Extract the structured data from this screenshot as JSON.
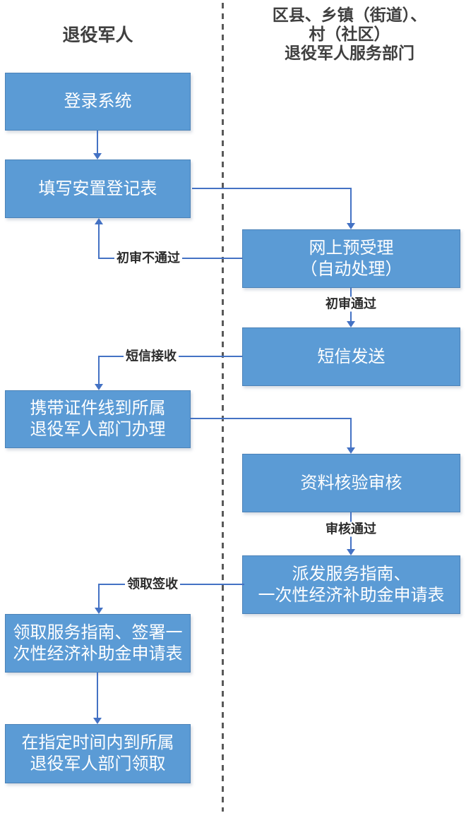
{
  "headers": {
    "left": "退役军人",
    "right": "区县、乡镇（街道）、\n村（社区）\n退役军人服务部门"
  },
  "nodes": {
    "login": "登录系统",
    "fill_form": "填写安置登记表",
    "online_pre_accept": "网上预受理\n（自动处理）",
    "sms_send": "短信发送",
    "bring_documents": "携带证件线到所属\n退役军人部门办理",
    "material_review": "资料核验审核",
    "dispatch_forms": "派发服务指南、\n一次性经济补助金申请表",
    "receive_sign": "领取服务指南、签署一\n次性经济补助金申请表",
    "pickup": "在指定时间内到所属\n退役军人部门领取"
  },
  "edge_labels": {
    "initial_review_failed": "初审不通过",
    "initial_review_passed": "初审通过",
    "sms_received": "短信接收",
    "review_passed": "审核通过",
    "receive_and_sign": "领取签收"
  },
  "colors": {
    "box_fill": "#5B9BD5",
    "box_text": "#FFFFFF",
    "connector": "#4472C4",
    "divider": "#595959",
    "header_text": "#3F3F3F",
    "edge_label_text": "#2B2B2B"
  }
}
